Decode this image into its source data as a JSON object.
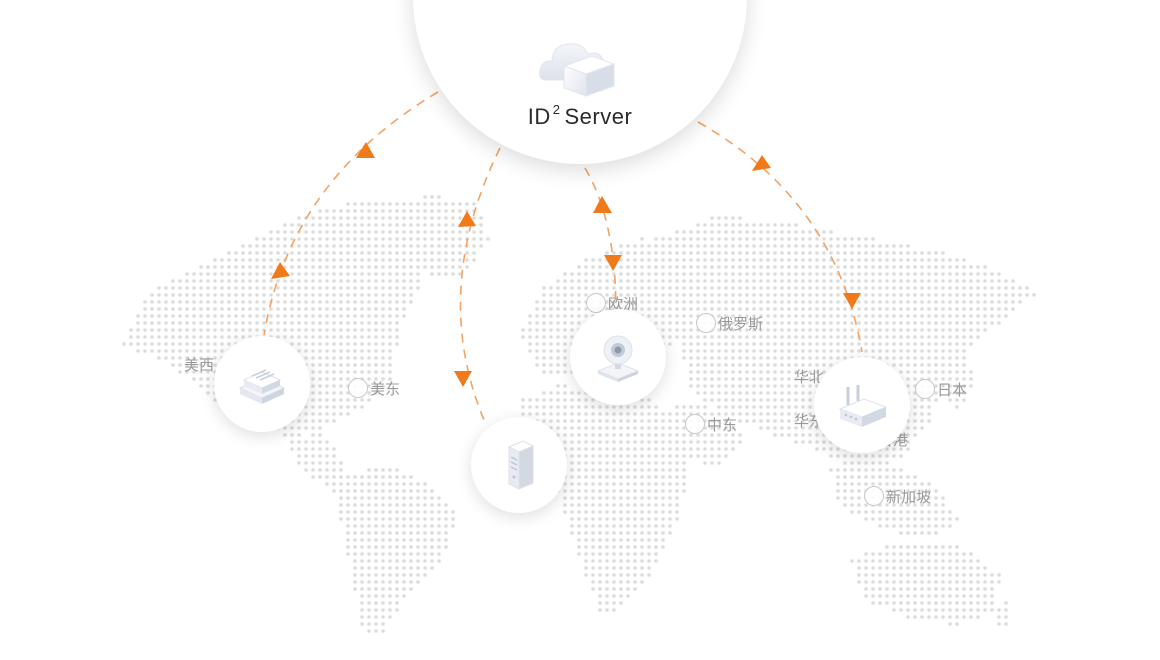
{
  "server": {
    "name": "ID",
    "superscript": "2",
    "suffix": "Server",
    "icon": "cloud-server-icon"
  },
  "regions": [
    {
      "id": "us-west",
      "label": "美西"
    },
    {
      "id": "us-east",
      "label": "美东"
    },
    {
      "id": "europe",
      "label": "欧洲"
    },
    {
      "id": "russia",
      "label": "俄罗斯"
    },
    {
      "id": "middle-east",
      "label": "中东"
    },
    {
      "id": "north-china",
      "label": "华北"
    },
    {
      "id": "east-china",
      "label": "华东"
    },
    {
      "id": "hong-kong",
      "label": "香港"
    },
    {
      "id": "japan",
      "label": "日本"
    },
    {
      "id": "singapore",
      "label": "新加坡"
    }
  ],
  "devices": [
    {
      "id": "stack",
      "icon": "stacked-device-icon"
    },
    {
      "id": "tower",
      "icon": "tower-server-icon"
    },
    {
      "id": "camera",
      "icon": "webcam-icon"
    },
    {
      "id": "router",
      "icon": "router-icon"
    }
  ],
  "colors": {
    "link": "#f5a263",
    "arrow": "#f07a1a",
    "dot": "#d6d6d6",
    "region_text": "#999999"
  }
}
